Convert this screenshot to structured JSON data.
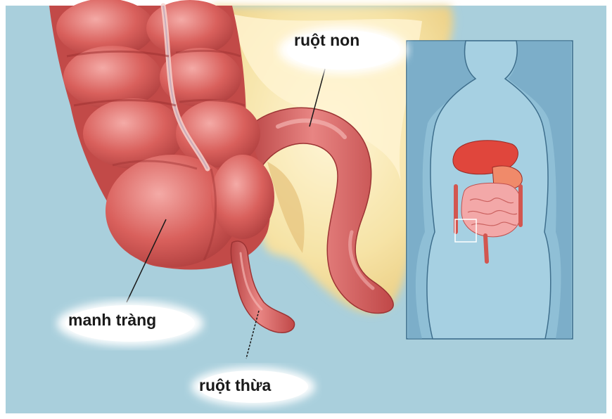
{
  "labels": {
    "small_intestine": "ruột non",
    "cecum": "manh tràng",
    "appendix": "ruột thừa"
  },
  "colors": {
    "background": "#a9cfdc",
    "intestine": "#d8605c",
    "intestine_dark": "#b23d3d",
    "intestine_light": "#f0a2a0",
    "mesentery": "#f5df9c",
    "inset_background": "#8fbfd6",
    "inset_body": "#a6d0e2",
    "liver": "#e0463c"
  }
}
